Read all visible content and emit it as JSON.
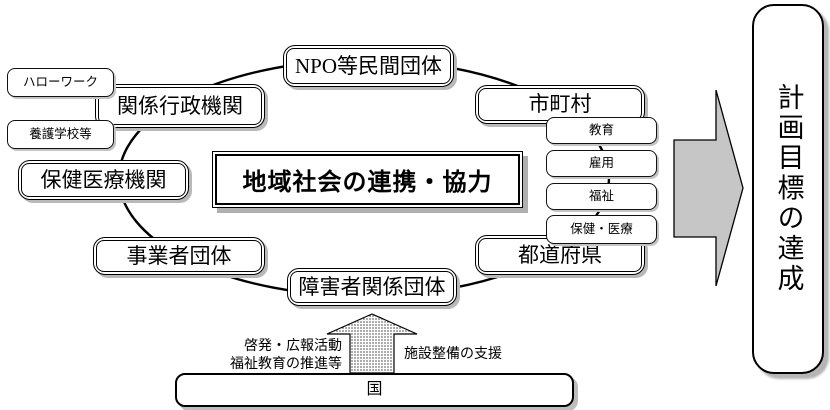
{
  "diagram": {
    "center": {
      "label": "地域社会の連携・協力"
    },
    "nodes": {
      "npo": "NPO等民間団体",
      "municipalities": "市町村",
      "admin_agencies": "関係行政機関",
      "health_medical": "保健医療機関",
      "business": "事業者団体",
      "disability_orgs": "障害者関係団体",
      "prefectures": "都道府県"
    },
    "admin_sub": {
      "hello_work": "ハローワーク",
      "special_schools": "養護学校等"
    },
    "policy_fields": {
      "education": "教育",
      "employment": "雇用",
      "welfare": "福祉",
      "health": "保健・医療"
    },
    "national": {
      "label": "国",
      "left_note": [
        "啓発・広報活動",
        "福祉教育の推進等"
      ],
      "right_note": "施設整備の支援"
    },
    "goal": {
      "label": "計画目標の達成"
    },
    "colors": {
      "block_arrow_fill": "#c6c6c6",
      "line": "#000000",
      "shadow": "#b5b5b5"
    }
  }
}
